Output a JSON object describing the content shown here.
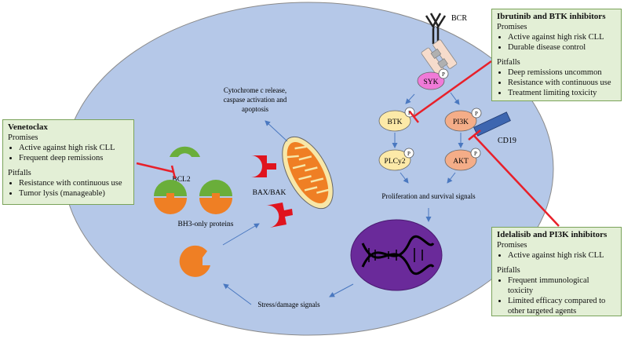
{
  "labels": {
    "bcr": "BCR",
    "syk": "SYK",
    "btk": "BTK",
    "pi3k": "PI3K",
    "plcy2": "PLCy2",
    "akt": "AKT",
    "cd19": "CD19",
    "p": "P",
    "bcl2": "BCL2",
    "bax_bak": "BAX/BAK",
    "bh3": "BH3-only proteins",
    "cyto_line1": "Cytochrome c release,",
    "cyto_line2": "caspase activation and",
    "cyto_line3": "apoptosis",
    "prolif": "Proliferation and survival signals",
    "stress": "Stress/damage signals"
  },
  "venetoclax": {
    "title": "Venetoclax",
    "promises_label": "Promises",
    "promises": [
      "Active against high risk CLL",
      "Frequent deep remissions"
    ],
    "pitfalls_label": "Pitfalls",
    "pitfalls": [
      "Resistance with continuous use",
      "Tumor lysis (manageable)"
    ]
  },
  "ibrutinib": {
    "title": "Ibrutinib and BTK inhibitors",
    "promises_label": "Promises",
    "promises": [
      "Active against high risk CLL",
      "Durable disease control"
    ],
    "pitfalls_label": "Pitfalls",
    "pitfalls": [
      "Deep remissions uncommon",
      "Resistance with continuous use",
      "Treatment limiting toxicity"
    ]
  },
  "idelalisib": {
    "title": "Idelalisib and PI3K inhibitors",
    "promises_label": "Promises",
    "promises": [
      "Active against high risk CLL"
    ],
    "pitfalls_label": "Pitfalls",
    "pitfalls": [
      "Frequent immunological toxicity",
      "Limited efficacy compared to other targeted agents"
    ]
  },
  "colors": {
    "cell": "#b5c8e8",
    "cell_border": "#8a8a8a",
    "box_fill": "#e3efd6",
    "box_border": "#7aa35a",
    "inhibitor": "#e8202a",
    "arrow": "#4a78c0",
    "nucleus": "#6a2a9a",
    "syk": "#f07ad8",
    "node_yellow": "#fce9a8",
    "node_salmon": "#f4ad88",
    "orange": "#ef7f24",
    "green": "#6aae3a",
    "red_shape": "#e0141e",
    "cd19": "#3d66b0"
  }
}
